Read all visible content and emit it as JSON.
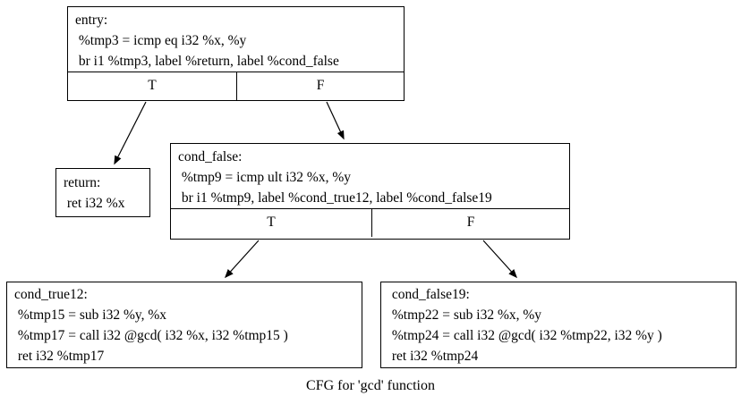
{
  "caption": "CFG for 'gcd' function",
  "colors": {
    "background": "#ffffff",
    "node_border": "#000000",
    "text": "#000000",
    "edge": "#000000"
  },
  "graph": {
    "nodes": [
      {
        "id": "entry",
        "lines": [
          "entry:",
          " %tmp3 = icmp eq i32 %x, %y",
          " br i1 %tmp3, label %return, label %cond_false"
        ],
        "ports": [
          "T",
          "F"
        ]
      },
      {
        "id": "return",
        "lines": [
          "return:",
          " ret i32 %x"
        ],
        "ports": []
      },
      {
        "id": "cond_false",
        "lines": [
          "cond_false:",
          " %tmp9 = icmp ult i32 %x, %y",
          " br i1 %tmp9, label %cond_true12, label %cond_false19"
        ],
        "ports": [
          "T",
          "F"
        ]
      },
      {
        "id": "cond_true12",
        "lines": [
          "cond_true12:",
          " %tmp15 = sub i32 %y, %x",
          " %tmp17 = call i32 @gcd( i32 %x, i32 %tmp15 )",
          " ret i32 %tmp17"
        ],
        "ports": []
      },
      {
        "id": "cond_false19",
        "lines": [
          " cond_false19:",
          " %tmp22 = sub i32 %x, %y",
          " %tmp24 = call i32 @gcd( i32 %tmp22, i32 %y )",
          " ret i32 %tmp24"
        ],
        "ports": []
      }
    ],
    "edges": [
      {
        "from": "entry",
        "port": "T",
        "to": "return"
      },
      {
        "from": "entry",
        "port": "F",
        "to": "cond_false"
      },
      {
        "from": "cond_false",
        "port": "T",
        "to": "cond_true12"
      },
      {
        "from": "cond_false",
        "port": "F",
        "to": "cond_false19"
      }
    ]
  }
}
